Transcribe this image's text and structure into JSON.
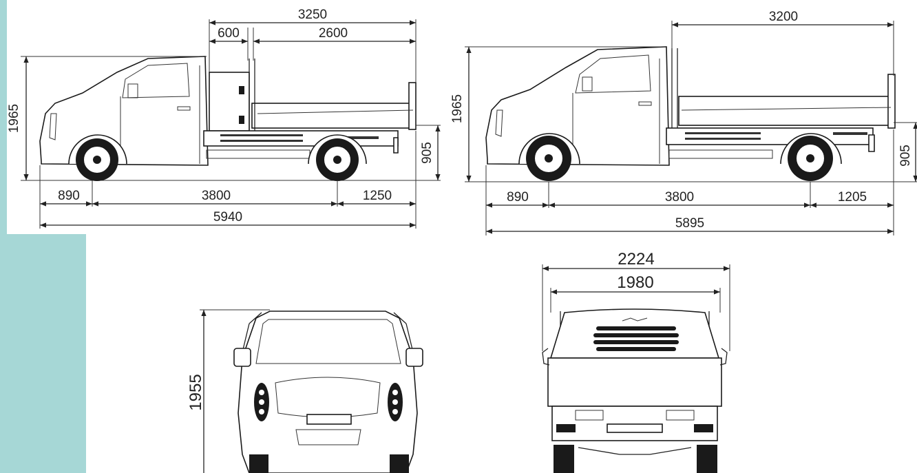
{
  "side_view_1": {
    "overall_height": "1965",
    "body_length": "3250",
    "cab_gap": "600",
    "bed_length": "2600",
    "bed_height": "905",
    "front_overhang": "890",
    "wheelbase": "3800",
    "rear_overhang": "1250",
    "overall_length": "5940"
  },
  "side_view_2": {
    "overall_height": "1965",
    "bed_length": "3200",
    "bed_height": "905",
    "front_overhang": "890",
    "wheelbase": "3800",
    "rear_overhang": "1205",
    "overall_length": "5895"
  },
  "front_view": {
    "height": "1955"
  },
  "rear_view": {
    "overall_width": "2224",
    "bed_width": "1980"
  },
  "colors": {
    "accent_strip": "#a6d7d6"
  }
}
